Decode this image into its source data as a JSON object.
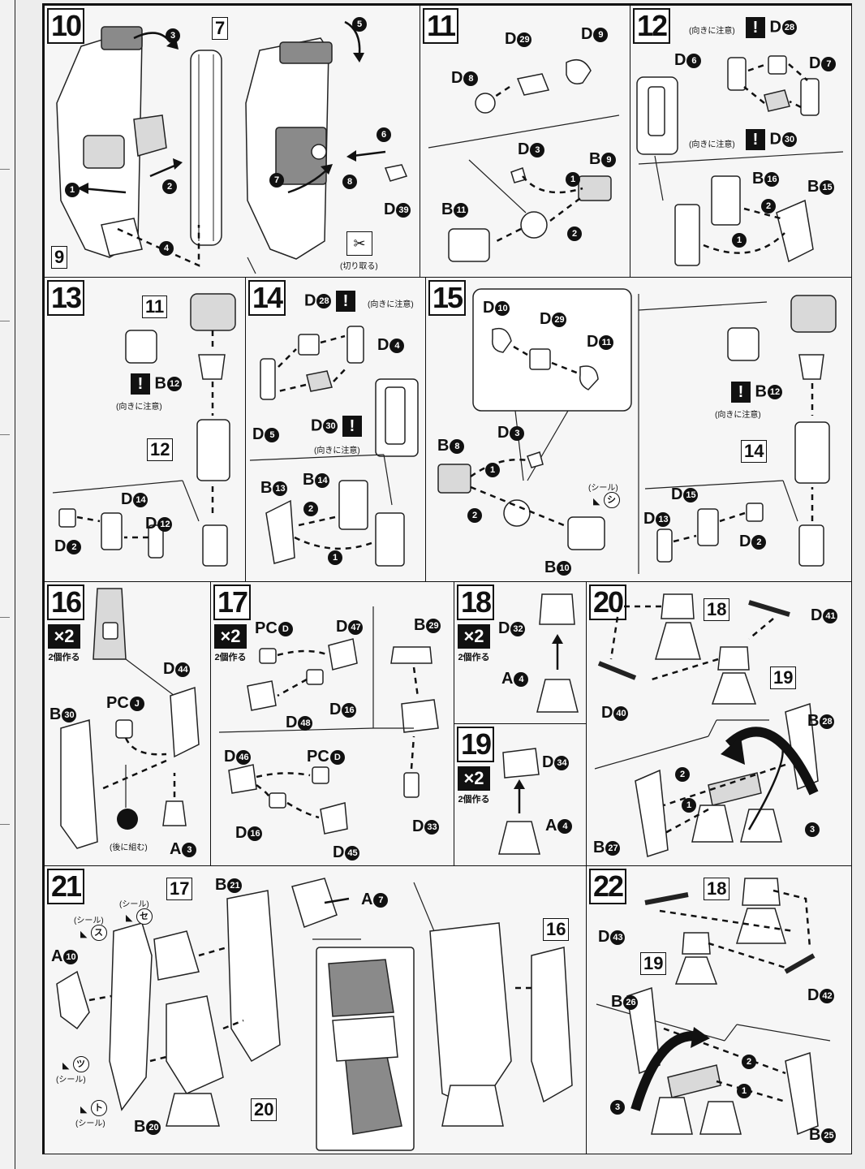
{
  "steps": {
    "s10": {
      "num": "10",
      "refs": [
        "7",
        "9"
      ],
      "part": "D",
      "part_no": "39",
      "seq": [
        "1",
        "2",
        "3",
        "4",
        "5",
        "6",
        "7",
        "8"
      ],
      "tool_note": "(切り取る)"
    },
    "s11": {
      "num": "11",
      "parts": [
        {
          "l": "D",
          "n": "29"
        },
        {
          "l": "D",
          "n": "9"
        },
        {
          "l": "D",
          "n": "8"
        },
        {
          "l": "D",
          "n": "3"
        },
        {
          "l": "B",
          "n": "9"
        },
        {
          "l": "B",
          "n": "11"
        }
      ],
      "seq": [
        "1",
        "2"
      ]
    },
    "s12": {
      "num": "12",
      "parts": [
        {
          "l": "D",
          "n": "28"
        },
        {
          "l": "D",
          "n": "6"
        },
        {
          "l": "D",
          "n": "7"
        },
        {
          "l": "D",
          "n": "30"
        },
        {
          "l": "B",
          "n": "16"
        },
        {
          "l": "B",
          "n": "15"
        }
      ],
      "seq": [
        "1",
        "2"
      ],
      "orient_note": "(向きに注意)"
    },
    "s13": {
      "num": "13",
      "refs": [
        "11",
        "12"
      ],
      "parts": [
        {
          "l": "B",
          "n": "12"
        },
        {
          "l": "D",
          "n": "14"
        },
        {
          "l": "D",
          "n": "12"
        },
        {
          "l": "D",
          "n": "2"
        }
      ],
      "orient_note": "(向きに注意)"
    },
    "s14": {
      "num": "14",
      "parts": [
        {
          "l": "D",
          "n": "28"
        },
        {
          "l": "D",
          "n": "4"
        },
        {
          "l": "D",
          "n": "5"
        },
        {
          "l": "D",
          "n": "30"
        },
        {
          "l": "B",
          "n": "13"
        },
        {
          "l": "B",
          "n": "14"
        }
      ],
      "seq": [
        "1",
        "2"
      ],
      "orient_note": "(向きに注意)"
    },
    "s15": {
      "num": "15",
      "refs": [
        "14"
      ],
      "parts": [
        {
          "l": "D",
          "n": "10"
        },
        {
          "l": "D",
          "n": "29"
        },
        {
          "l": "D",
          "n": "11"
        },
        {
          "l": "D",
          "n": "3"
        },
        {
          "l": "B",
          "n": "8"
        },
        {
          "l": "B",
          "n": "10"
        },
        {
          "l": "B",
          "n": "12"
        },
        {
          "l": "D",
          "n": "15"
        },
        {
          "l": "D",
          "n": "13"
        },
        {
          "l": "D",
          "n": "2"
        }
      ],
      "seq": [
        "1",
        "2"
      ],
      "seal_note": "(シール)",
      "seal_mark": "シ",
      "orient_note": "(向きに注意)"
    },
    "s16": {
      "num": "16",
      "mult": "×2",
      "mult_caption": "2個作る",
      "parts": [
        {
          "l": "D",
          "n": "44"
        },
        {
          "l": "PC",
          "n": "J"
        },
        {
          "l": "B",
          "n": "30"
        },
        {
          "l": "A",
          "n": "3"
        }
      ],
      "back_note": "(後に組む)"
    },
    "s17": {
      "num": "17",
      "mult": "×2",
      "mult_caption": "2個作る",
      "parts": [
        {
          "l": "PC",
          "n": "D"
        },
        {
          "l": "D",
          "n": "47"
        },
        {
          "l": "B",
          "n": "29"
        },
        {
          "l": "D",
          "n": "16"
        },
        {
          "l": "D",
          "n": "48"
        },
        {
          "l": "D",
          "n": "46"
        },
        {
          "l": "PC",
          "n": "D"
        },
        {
          "l": "D",
          "n": "16"
        },
        {
          "l": "D",
          "n": "45"
        },
        {
          "l": "D",
          "n": "33"
        }
      ]
    },
    "s18": {
      "num": "18",
      "mult": "×2",
      "mult_caption": "2個作る",
      "parts": [
        {
          "l": "D",
          "n": "32"
        },
        {
          "l": "A",
          "n": "4"
        }
      ]
    },
    "s19": {
      "num": "19",
      "mult": "×2",
      "mult_caption": "2個作る",
      "parts": [
        {
          "l": "D",
          "n": "34"
        },
        {
          "l": "A",
          "n": "4"
        }
      ]
    },
    "s20": {
      "num": "20",
      "refs": [
        "18",
        "19"
      ],
      "parts": [
        {
          "l": "D",
          "n": "41"
        },
        {
          "l": "D",
          "n": "40"
        },
        {
          "l": "B",
          "n": "28"
        },
        {
          "l": "B",
          "n": "27"
        }
      ],
      "seq": [
        "1",
        "2",
        "3"
      ]
    },
    "s21": {
      "num": "21",
      "refs": [
        "17",
        "20",
        "16"
      ],
      "parts": [
        {
          "l": "B",
          "n": "21"
        },
        {
          "l": "A",
          "n": "7"
        },
        {
          "l": "A",
          "n": "10"
        },
        {
          "l": "B",
          "n": "20"
        }
      ],
      "seals": [
        {
          "note": "(シール)",
          "mark": "ス"
        },
        {
          "note": "(シール)",
          "mark": "セ"
        },
        {
          "note": "(シール)",
          "mark": "ツ"
        },
        {
          "note": "(シール)",
          "mark": "ト"
        }
      ]
    },
    "s22": {
      "num": "22",
      "refs": [
        "18",
        "19"
      ],
      "parts": [
        {
          "l": "D",
          "n": "43"
        },
        {
          "l": "D",
          "n": "42"
        },
        {
          "l": "B",
          "n": "26"
        },
        {
          "l": "B",
          "n": "25"
        }
      ],
      "seq": [
        "1",
        "2",
        "3"
      ]
    }
  },
  "warn_mark": "!"
}
